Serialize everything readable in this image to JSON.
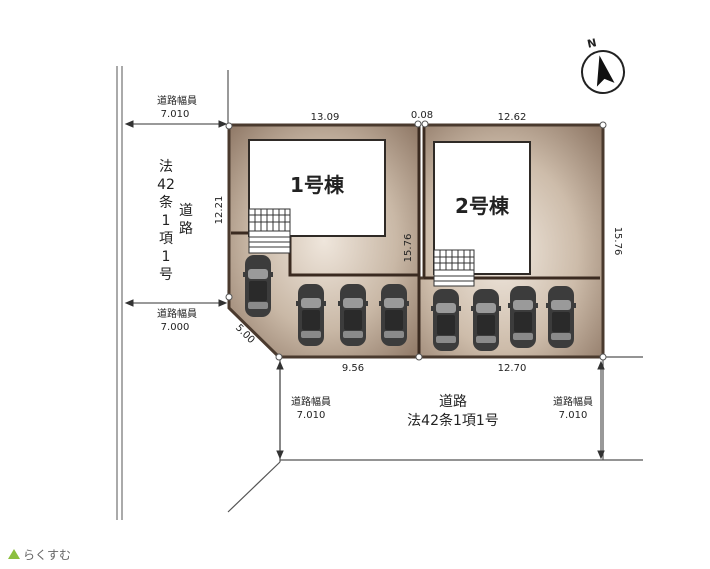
{
  "north_label": "N",
  "buildings": {
    "b1": "1号棟",
    "b2": "2号棟"
  },
  "west_road": {
    "top_label": "道路幅員",
    "top_width": "7.010",
    "bottom_label": "道路幅員",
    "bottom_width": "7.000",
    "name_chars": [
      "法",
      "42",
      "条",
      "1",
      "項",
      "1",
      "号"
    ],
    "name_road": [
      "道",
      "路"
    ]
  },
  "south_road": {
    "left_label": "道路幅員",
    "left_width": "7.010",
    "right_label": "道路幅員",
    "right_width": "7.010",
    "name_line1": "道路",
    "name_line2": "法42条1項1号"
  },
  "dimensions": {
    "top_left": "13.09",
    "top_mid": "0.08",
    "top_right": "12.62",
    "left": "12.21",
    "mid": "15.76",
    "right": "15.76",
    "corner": "5.00",
    "bottom_left": "9.56",
    "bottom_right": "12.70"
  },
  "brand": "らくすむ",
  "colors": {
    "lot": "#b9a795",
    "lot_dark": "#5a4537",
    "building": "#ffffff",
    "car": "#3a3a3a"
  }
}
